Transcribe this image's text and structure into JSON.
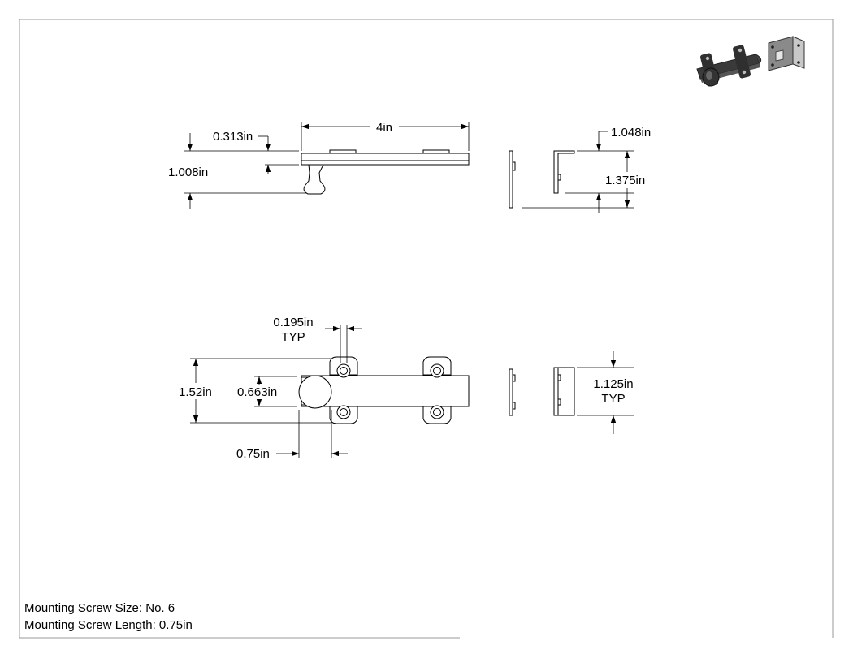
{
  "dimensions": {
    "length": "4in",
    "bolt_offset": "0.313in",
    "knob_height": "1.008in",
    "strike_depth": "1.048in",
    "strike_height": "1.375in",
    "hole_diameter": "0.195in",
    "hole_typ": "TYP",
    "plate_width": "1.52in",
    "bolt_width": "0.663in",
    "knob_diameter": "0.75in",
    "strike_width": "1.125in",
    "strike_typ": "TYP"
  },
  "notes": {
    "screw_size": "Mounting Screw Size: No. 6",
    "screw_length": "Mounting Screw Length: 0.75in"
  },
  "colors": {
    "line": "#000000",
    "border": "#9a9a9a",
    "render_dark": "#3a3a3a",
    "render_mid": "#8a8a8a",
    "render_light": "#c8c8c8"
  }
}
